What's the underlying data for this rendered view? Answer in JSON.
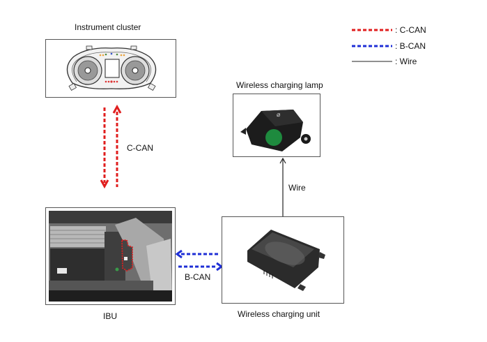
{
  "legend": {
    "items": [
      {
        "line_style": "dashed",
        "color": "#e01e1e",
        "label": ": C-CAN"
      },
      {
        "line_style": "dashed",
        "color": "#1f2fd6",
        "label": ": B-CAN"
      },
      {
        "line_style": "solid",
        "color": "#222222",
        "label": ": Wire"
      }
    ]
  },
  "components": {
    "instrument_cluster": {
      "label": "Instrument cluster"
    },
    "ibu": {
      "label": "IBU"
    },
    "wireless_charging_lamp": {
      "label": "Wireless charging lamp"
    },
    "wireless_charging_unit": {
      "label": "Wireless charging unit"
    }
  },
  "connections": {
    "c_can": {
      "label": "C-CAN",
      "from": "Instrument cluster",
      "to": "IBU",
      "bidirectional": true,
      "color": "#e01e1e"
    },
    "b_can": {
      "label": "B-CAN",
      "from": "IBU",
      "to": "Wireless charging unit",
      "bidirectional": true,
      "color": "#1f2fd6"
    },
    "wire": {
      "label": "Wire",
      "from": "Wireless charging unit",
      "to": "Wireless charging lamp",
      "bidirectional": false,
      "color": "#222222"
    }
  }
}
